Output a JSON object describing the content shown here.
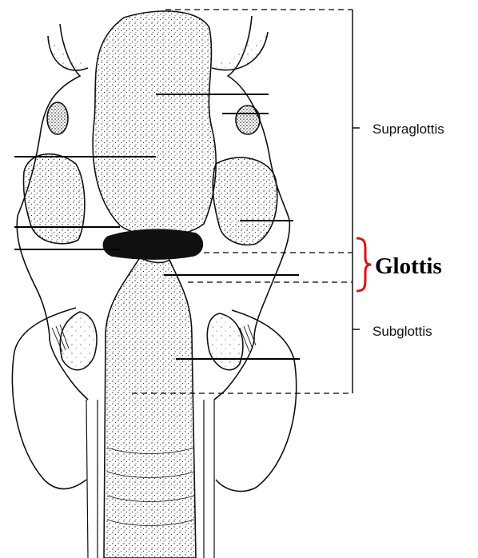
{
  "labels": {
    "supraglottis": "Supraglottis",
    "glottis": "Glottis",
    "subglottis": "Subglottis"
  },
  "colors": {
    "ink": "#111111",
    "glottis_brace": "#e01010",
    "background": "#ffffff"
  },
  "icons": [
    "larynx-illustration",
    "bracket",
    "curly-brace"
  ]
}
